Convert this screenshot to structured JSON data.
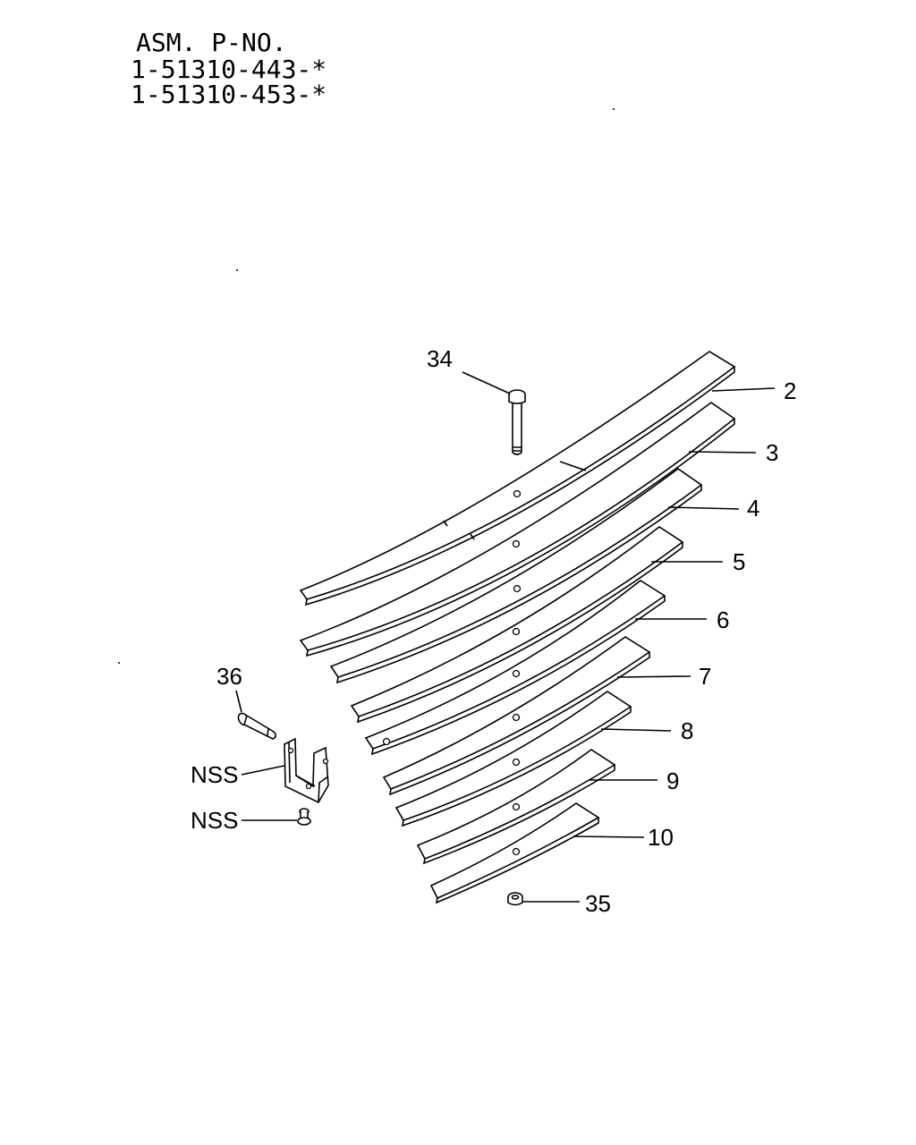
{
  "header": {
    "title": "ASM. P-NO.",
    "part_numbers": [
      "1-51310-443-*",
      "1-51310-453-*"
    ]
  },
  "callouts": {
    "leaf_1": "2",
    "leaf_2": "3",
    "leaf_3": "4",
    "leaf_4": "5",
    "leaf_5": "6",
    "leaf_6": "7",
    "leaf_7": "8",
    "leaf_8": "9",
    "leaf_9": "10",
    "center_bolt": "34",
    "nut": "35",
    "clip_bolt": "36",
    "clip": "NSS",
    "rivet": "NSS"
  }
}
